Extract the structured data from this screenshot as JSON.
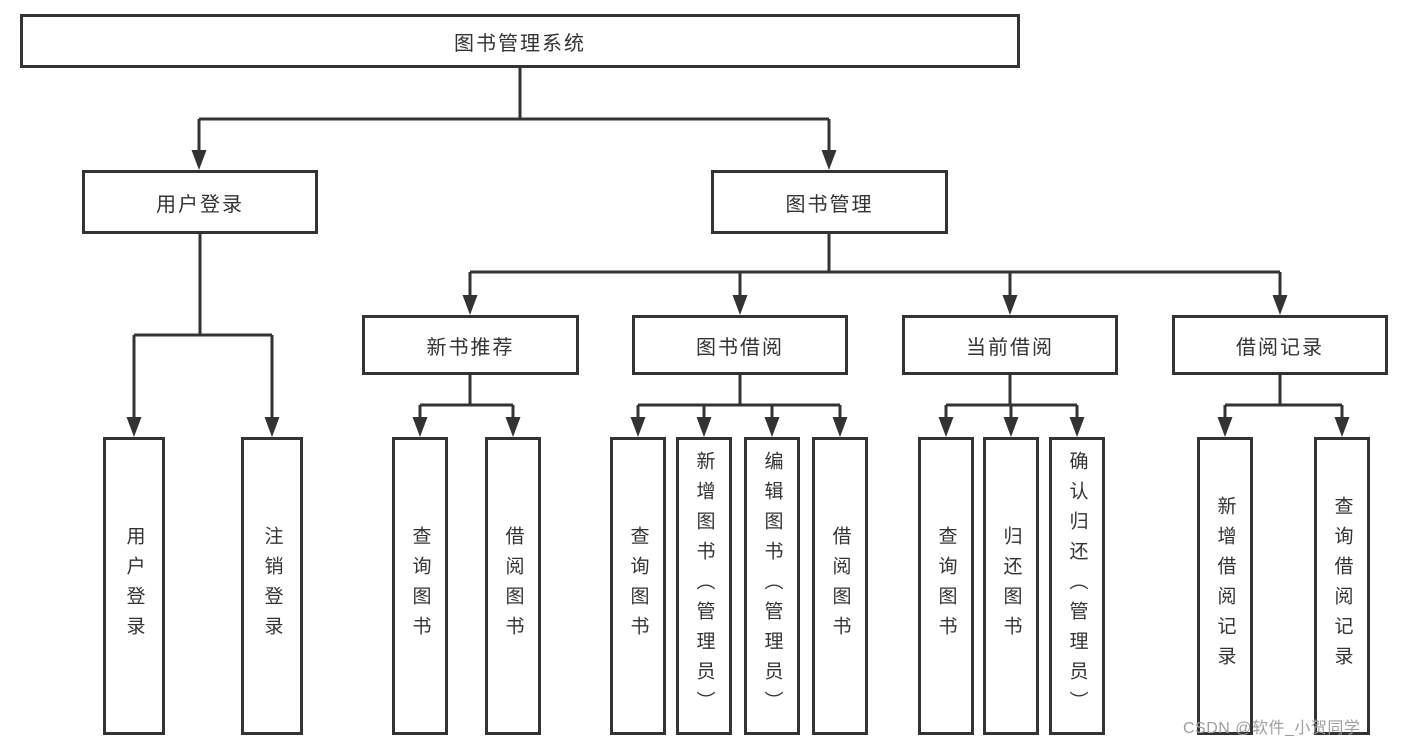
{
  "diagram": {
    "tree": {
      "root": {
        "label": "图书管理系统",
        "children": [
          {
            "label": "用户登录",
            "children": [
              {
                "label": "用户登录"
              },
              {
                "label": "注销登录"
              }
            ]
          },
          {
            "label": "图书管理",
            "children": [
              {
                "label": "新书推荐",
                "children": [
                  {
                    "label": "查询图书"
                  },
                  {
                    "label": "借阅图书"
                  }
                ]
              },
              {
                "label": "图书借阅",
                "children": [
                  {
                    "label": "查询图书"
                  },
                  {
                    "label": "新增图书（管理员）"
                  },
                  {
                    "label": "编辑图书（管理员）"
                  },
                  {
                    "label": "借阅图书"
                  }
                ]
              },
              {
                "label": "当前借阅",
                "children": [
                  {
                    "label": "查询图书"
                  },
                  {
                    "label": "归还图书"
                  },
                  {
                    "label": "确认归还（管理员）"
                  }
                ]
              },
              {
                "label": "借阅记录",
                "children": [
                  {
                    "label": "新增借阅记录"
                  },
                  {
                    "label": "查询借阅记录"
                  }
                ]
              }
            ]
          }
        ]
      }
    },
    "colors": {
      "line": "#333333",
      "box_border": "#333333",
      "text": "#333333",
      "background": "#ffffff",
      "watermark": "#9e9e9e"
    }
  },
  "watermark": {
    "text": "CSDN @软件_小贺同学"
  }
}
